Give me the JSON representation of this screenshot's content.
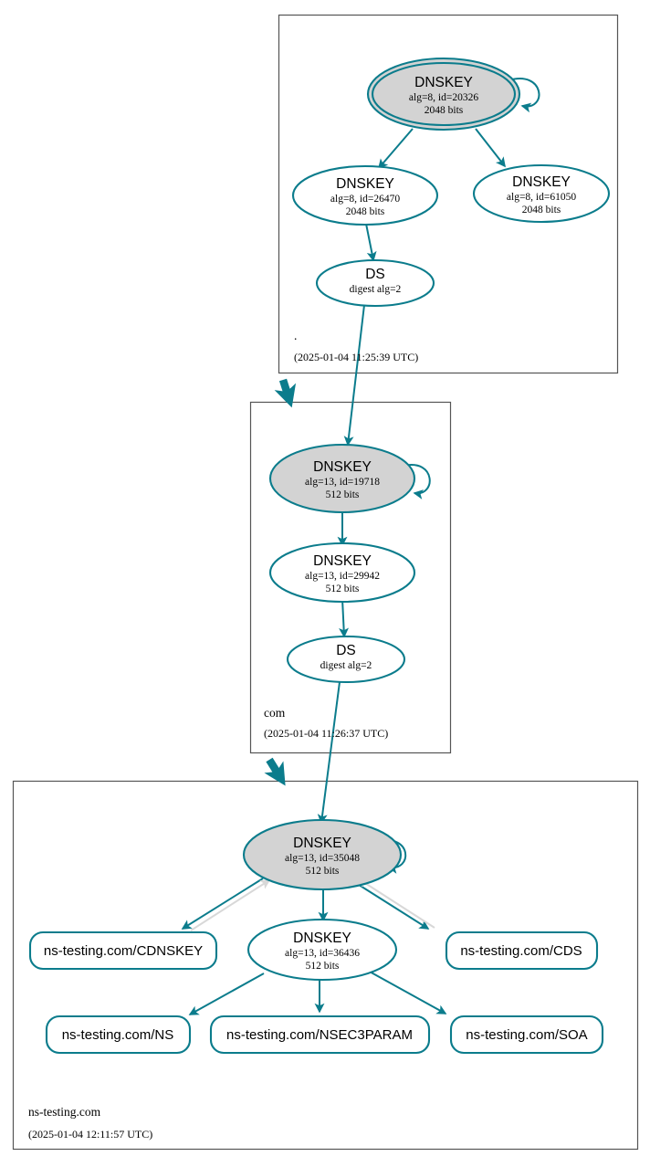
{
  "diagram": {
    "kind": "dnssec-authentication-chain",
    "colors": {
      "accent": "#0b7c8c",
      "sep_key_fill": "#d3d3d3",
      "node_fill": "#ffffff",
      "zone_border": "#555555",
      "unsigned_edge": "#d8d8d8",
      "background": "#ffffff"
    }
  },
  "zones": [
    {
      "id": "root",
      "name": ".",
      "timestamp": "(2025-01-04 11:25:39 UTC)",
      "nodes": [
        {
          "id": "root-ksk",
          "type": "DNSKEY",
          "title": "DNSKEY",
          "params": "alg=8, id=20326",
          "size": "2048 bits",
          "alg": 8,
          "key_id": 20326,
          "bits": 2048,
          "sep": true,
          "trust_anchor": true
        },
        {
          "id": "root-zsk-26470",
          "type": "DNSKEY",
          "title": "DNSKEY",
          "params": "alg=8, id=26470",
          "size": "2048 bits",
          "alg": 8,
          "key_id": 26470,
          "bits": 2048,
          "sep": false,
          "trust_anchor": false
        },
        {
          "id": "root-zsk-61050",
          "type": "DNSKEY",
          "title": "DNSKEY",
          "params": "alg=8, id=61050",
          "size": "2048 bits",
          "alg": 8,
          "key_id": 61050,
          "bits": 2048,
          "sep": false,
          "trust_anchor": false
        },
        {
          "id": "root-ds-com",
          "type": "DS",
          "title": "DS",
          "params": "digest alg=2",
          "size": "",
          "sep": false,
          "trust_anchor": false
        }
      ]
    },
    {
      "id": "com",
      "name": "com",
      "timestamp": "(2025-01-04 11:26:37 UTC)",
      "nodes": [
        {
          "id": "com-ksk",
          "type": "DNSKEY",
          "title": "DNSKEY",
          "params": "alg=13, id=19718",
          "size": "512 bits",
          "alg": 13,
          "key_id": 19718,
          "bits": 512,
          "sep": true,
          "trust_anchor": false
        },
        {
          "id": "com-zsk",
          "type": "DNSKEY",
          "title": "DNSKEY",
          "params": "alg=13, id=29942",
          "size": "512 bits",
          "alg": 13,
          "key_id": 29942,
          "bits": 512,
          "sep": false,
          "trust_anchor": false
        },
        {
          "id": "com-ds-nstesting",
          "type": "DS",
          "title": "DS",
          "params": "digest alg=2",
          "size": "",
          "sep": false,
          "trust_anchor": false
        }
      ]
    },
    {
      "id": "ns-testing",
      "name": "ns-testing.com",
      "timestamp": "(2025-01-04 12:11:57 UTC)",
      "nodes": [
        {
          "id": "nst-ksk",
          "type": "DNSKEY",
          "title": "DNSKEY",
          "params": "alg=13, id=35048",
          "size": "512 bits",
          "alg": 13,
          "key_id": 35048,
          "bits": 512,
          "sep": true,
          "trust_anchor": false
        },
        {
          "id": "nst-zsk",
          "type": "DNSKEY",
          "title": "DNSKEY",
          "params": "alg=13, id=36436",
          "size": "512 bits",
          "alg": 13,
          "key_id": 36436,
          "bits": 512,
          "sep": false,
          "trust_anchor": false
        },
        {
          "id": "rr-cdnskey",
          "type": "RRset",
          "label": "ns-testing.com/CDNSKEY"
        },
        {
          "id": "rr-cds",
          "type": "RRset",
          "label": "ns-testing.com/CDS"
        },
        {
          "id": "rr-ns",
          "type": "RRset",
          "label": "ns-testing.com/NS"
        },
        {
          "id": "rr-nsec3param",
          "type": "RRset",
          "label": "ns-testing.com/NSEC3PARAM"
        },
        {
          "id": "rr-soa",
          "type": "RRset",
          "label": "ns-testing.com/SOA"
        }
      ]
    }
  ],
  "edges": [
    {
      "from": "root-ksk",
      "to": "root-ksk",
      "style": "self-loop",
      "color": "accent"
    },
    {
      "from": "root-ksk",
      "to": "root-zsk-26470",
      "style": "rrsig",
      "color": "accent"
    },
    {
      "from": "root-ksk",
      "to": "root-zsk-61050",
      "style": "rrsig",
      "color": "accent"
    },
    {
      "from": "root-zsk-26470",
      "to": "root-ds-com",
      "style": "rrsig",
      "color": "accent"
    },
    {
      "from": "root-ds-com",
      "to": "com-ksk",
      "style": "ds",
      "color": "accent"
    },
    {
      "from": "root",
      "to": "com",
      "style": "delegation",
      "color": "accent"
    },
    {
      "from": "com-ksk",
      "to": "com-ksk",
      "style": "self-loop",
      "color": "accent"
    },
    {
      "from": "com-ksk",
      "to": "com-zsk",
      "style": "rrsig",
      "color": "accent"
    },
    {
      "from": "com-zsk",
      "to": "com-ds-nstesting",
      "style": "rrsig",
      "color": "accent"
    },
    {
      "from": "com-ds-nstesting",
      "to": "nst-ksk",
      "style": "ds",
      "color": "accent"
    },
    {
      "from": "com",
      "to": "ns-testing",
      "style": "delegation",
      "color": "accent"
    },
    {
      "from": "nst-ksk",
      "to": "nst-ksk",
      "style": "self-loop",
      "color": "accent"
    },
    {
      "from": "nst-ksk",
      "to": "nst-zsk",
      "style": "rrsig",
      "color": "accent"
    },
    {
      "from": "nst-ksk",
      "to": "rr-cdnskey",
      "style": "rrsig",
      "color": "accent"
    },
    {
      "from": "rr-cdnskey",
      "to": "nst-ksk",
      "style": "reference",
      "color": "unsigned"
    },
    {
      "from": "nst-ksk",
      "to": "rr-cds",
      "style": "rrsig",
      "color": "accent"
    },
    {
      "from": "rr-cds",
      "to": "nst-ksk",
      "style": "reference",
      "color": "unsigned"
    },
    {
      "from": "nst-zsk",
      "to": "rr-ns",
      "style": "rrsig",
      "color": "accent"
    },
    {
      "from": "nst-zsk",
      "to": "rr-nsec3param",
      "style": "rrsig",
      "color": "accent"
    },
    {
      "from": "nst-zsk",
      "to": "rr-soa",
      "style": "rrsig",
      "color": "accent"
    }
  ]
}
